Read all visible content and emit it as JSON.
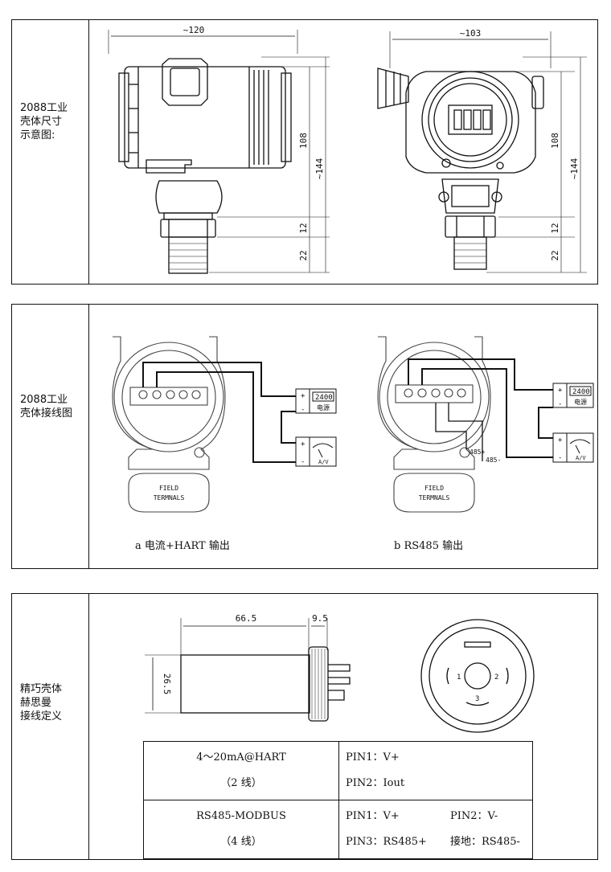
{
  "panels": [
    {
      "label": "2088工业\n壳体尺寸\n示意图:",
      "dims": {
        "side_width": "~120",
        "front_width": "~103",
        "h_body": "108",
        "h_total": "~144",
        "h_hex": "12",
        "h_thread": "22"
      }
    },
    {
      "label": "2088工业\n壳体接线图",
      "terminal_text": [
        "FIELD",
        "TERMNALS"
      ],
      "meter_display": "2400",
      "power_label": "电源",
      "ammeter_label": "A/V",
      "rs485_plus": "485+",
      "rs485_minus": "485-",
      "caption_a": "a 电流+HART 输出",
      "caption_b": "b RS485 输出"
    },
    {
      "label": "精巧壳体\n赫思曼\n接线定义",
      "dims": {
        "length": "66.5",
        "connector": "9.5",
        "diameter": "26.5"
      },
      "pin_numbers": [
        "1",
        "2",
        "3"
      ],
      "table": {
        "row1_left": [
          "4～20mA@HART",
          "（2 线）"
        ],
        "row1_right": [
          "PIN1：V+",
          "PIN2：Iout"
        ],
        "row2_left": [
          "RS485-MODBUS",
          "（4 线）"
        ],
        "row2_right": [
          [
            "PIN1：V+",
            "PIN2：V-"
          ],
          [
            "PIN3：RS485+",
            "接地：RS485-"
          ]
        ]
      }
    }
  ]
}
